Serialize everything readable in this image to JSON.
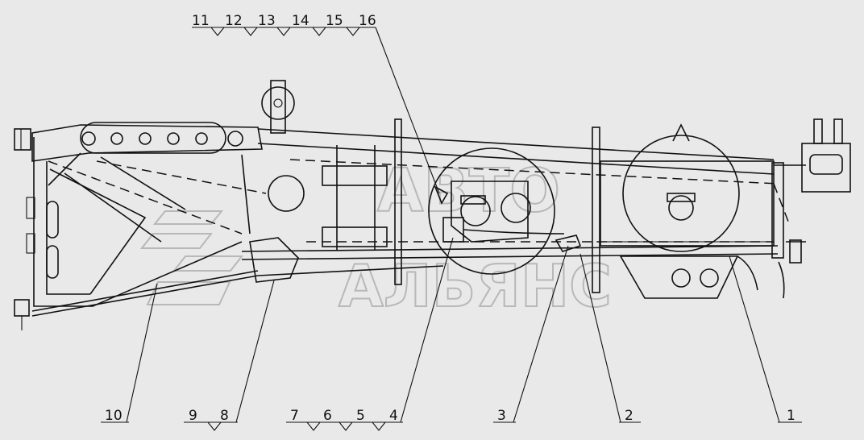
{
  "watermark": {
    "line1": "АВТО",
    "line2": "АЛЬЯНС"
  },
  "callouts_top": [
    "11",
    "12",
    "13",
    "14",
    "15",
    "16"
  ],
  "callouts_bottom": [
    {
      "id": "c10",
      "text": "10"
    },
    {
      "id": "c9",
      "text": "9"
    },
    {
      "id": "c8",
      "text": "8"
    },
    {
      "id": "c7",
      "text": "7"
    },
    {
      "id": "c6",
      "text": "6"
    },
    {
      "id": "c5",
      "text": "5"
    },
    {
      "id": "c4",
      "text": "4"
    },
    {
      "id": "c3",
      "text": "3"
    },
    {
      "id": "c2",
      "text": "2"
    },
    {
      "id": "c1",
      "text": "1"
    }
  ]
}
